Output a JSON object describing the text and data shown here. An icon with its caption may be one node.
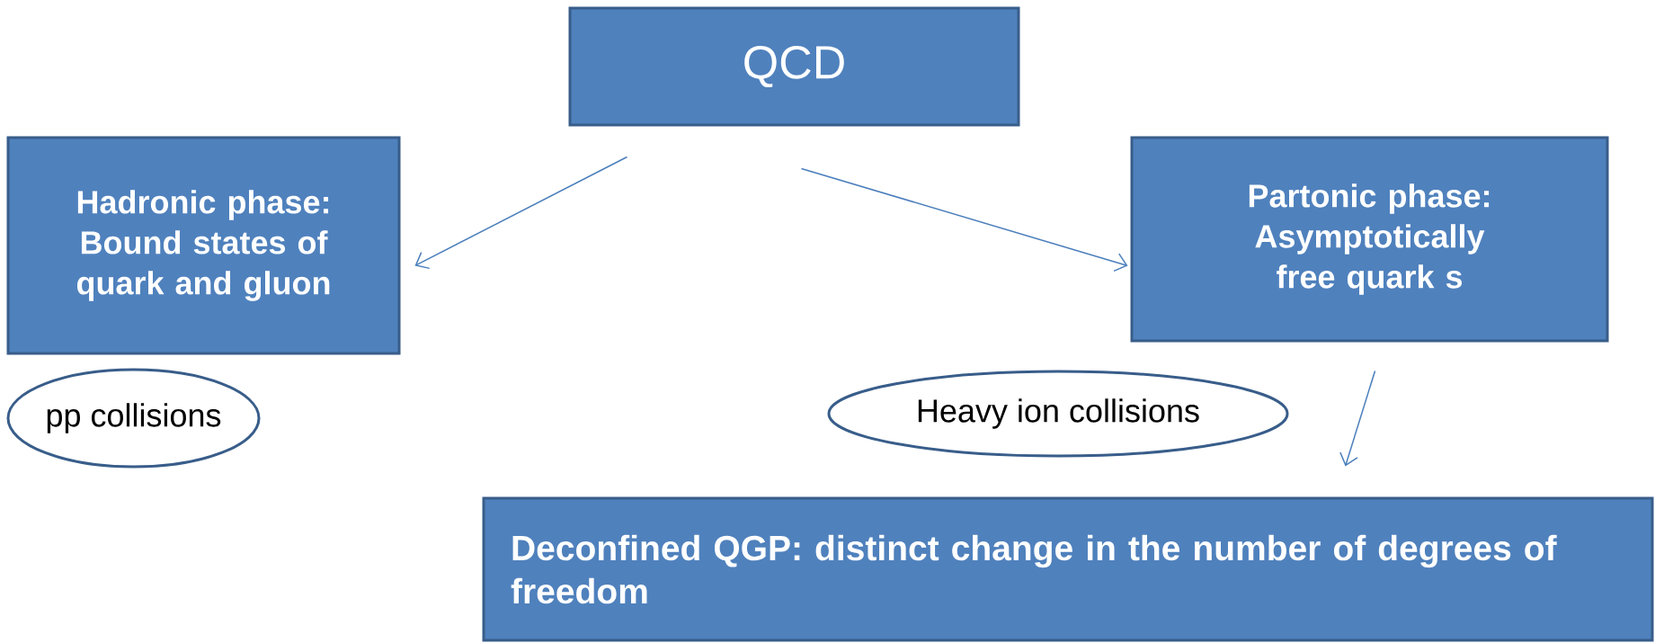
{
  "diagram": {
    "nodes": [
      {
        "text": [
          "QCD"
        ]
      },
      {
        "text": [
          "Hadronic phase: Bound states of quark and gluon"
        ]
      },
      {
        "text": [
          "Partonic phase: Asymptotically free quark s"
        ]
      },
      {
        "text": [
          "pp collisions"
        ]
      },
      {
        "text": [
          "Heavy ion collisions"
        ]
      },
      {
        "text": [
          "Deconfined QGP:  distinct change in the number of degrees of freedom"
        ]
      }
    ],
    "edges": [
      {
        "from": 0,
        "to": 1,
        "arrow": "to"
      },
      {
        "from": 0,
        "to": 2,
        "arrow": "to"
      },
      {
        "from": 2,
        "to": 5,
        "arrow": "to"
      }
    ]
  }
}
